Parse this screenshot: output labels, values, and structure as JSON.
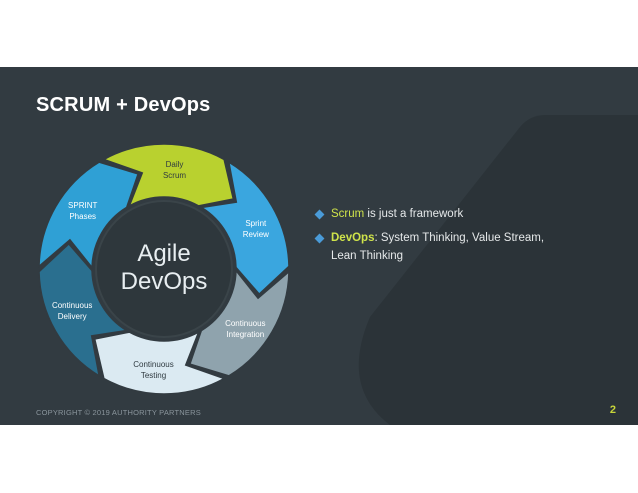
{
  "slide": {
    "title": "SCRUM + DevOps",
    "footer": "COPYRIGHT © 2019 AUTHORITY PARTNERS",
    "page_number": "2"
  },
  "cycle": {
    "center_line1": "Agile",
    "center_line2": "DevOps",
    "segments": [
      {
        "line1": "Daily",
        "line2": "Scrum",
        "color": "#b9d12f"
      },
      {
        "line1": "Sprint",
        "line2": "Review",
        "color": "#3aa6df"
      },
      {
        "line1": "Continuous",
        "line2": "Integration",
        "color": "#8fa3ad"
      },
      {
        "line1": "Continuous",
        "line2": "Testing",
        "color": "#dbeaf2"
      },
      {
        "line1": "Continuous",
        "line2": "Delivery",
        "color": "#2a6f8f"
      },
      {
        "line1": "SPRINT",
        "line2": "Phases",
        "color": "#2fa0d5"
      }
    ]
  },
  "bullets": [
    {
      "highlight": "Scrum",
      "rest": " is just a framework"
    },
    {
      "highlight": "DevOps",
      "sep": ":",
      "rest": "  System Thinking, Value Stream,",
      "rest2": "Lean Thinking"
    }
  ]
}
